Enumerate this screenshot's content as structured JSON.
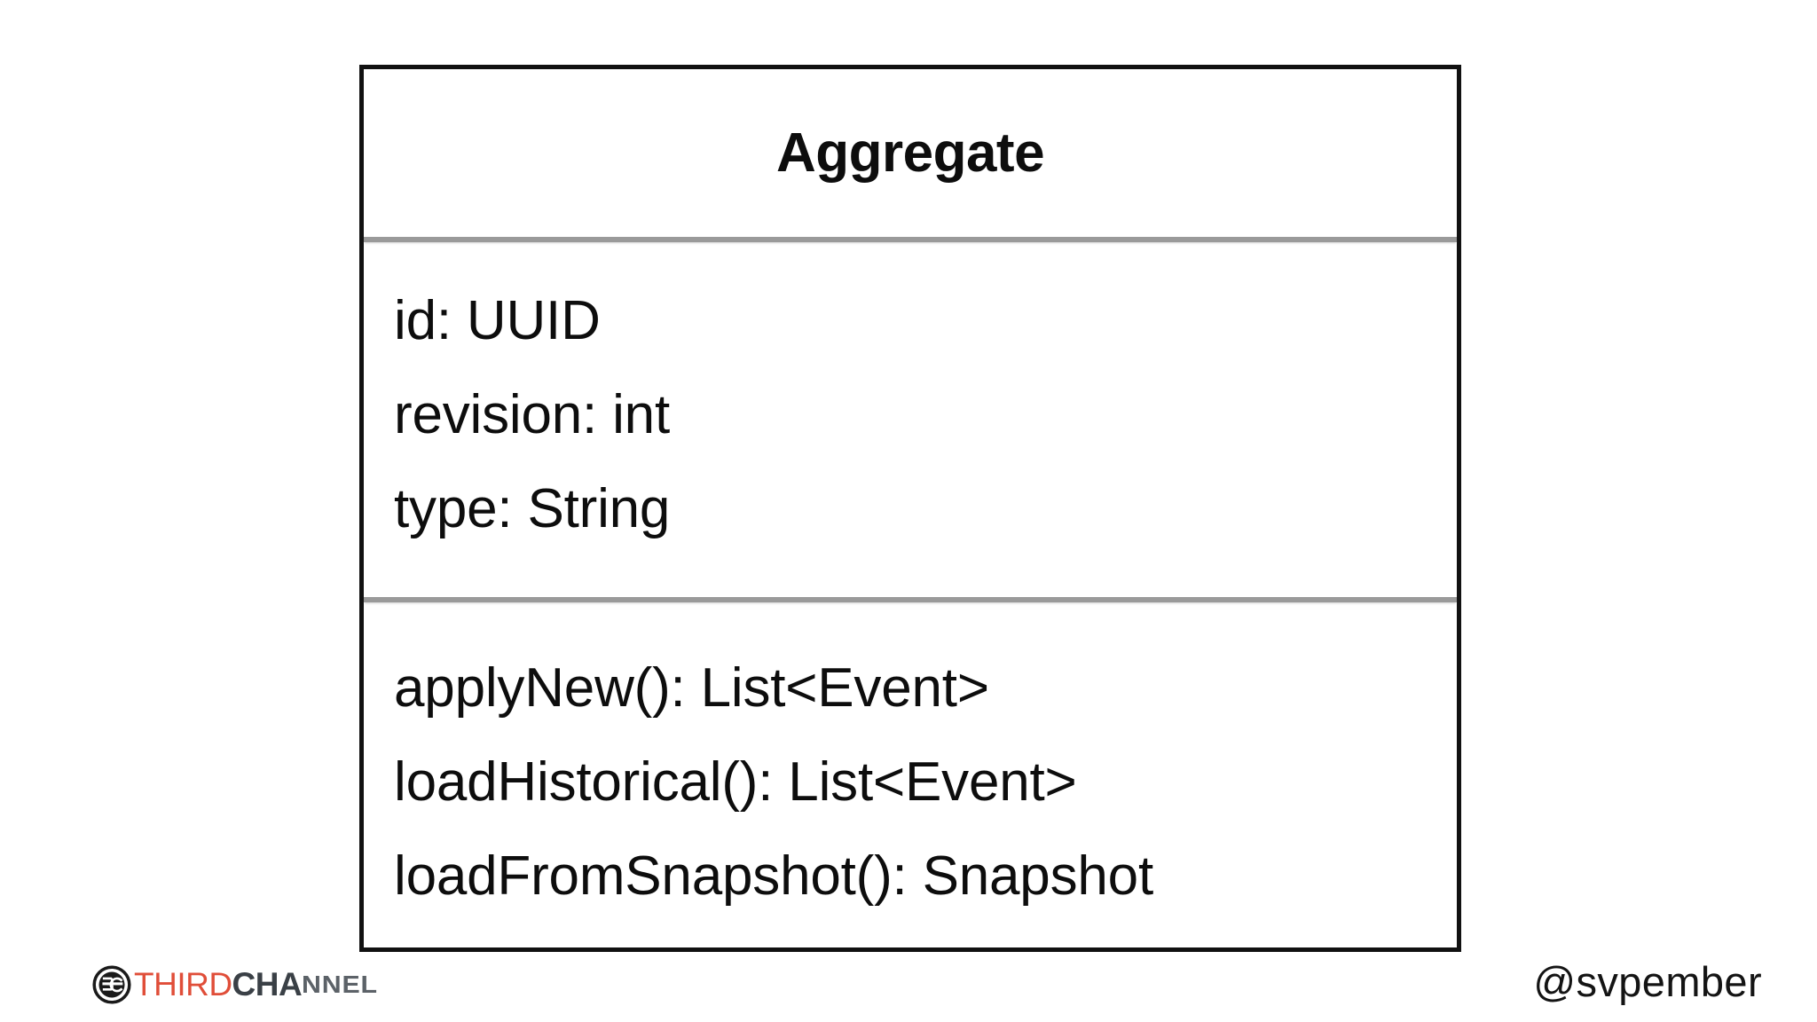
{
  "slide": {
    "background_color": "#ffffff"
  },
  "uml_class": {
    "name": "Aggregate",
    "border_color": "#111111",
    "separator_color": "#9a9a9a",
    "attributes": [
      "id: UUID",
      "revision: int",
      "type: String"
    ],
    "methods": [
      "applyNew(): List<Event>",
      "loadHistorical(): List<Event>",
      "loadFromSnapshot(): Snapshot"
    ]
  },
  "footer": {
    "brand": {
      "mark_label": "3C",
      "word_part_1": "THIRD",
      "word_part_2": "CHA",
      "word_part_3": "NNEL",
      "color_part_1": "#e04e39",
      "color_part_2": "#3a4046",
      "color_part_3": "#5c6268"
    },
    "handle": "@svpember"
  }
}
